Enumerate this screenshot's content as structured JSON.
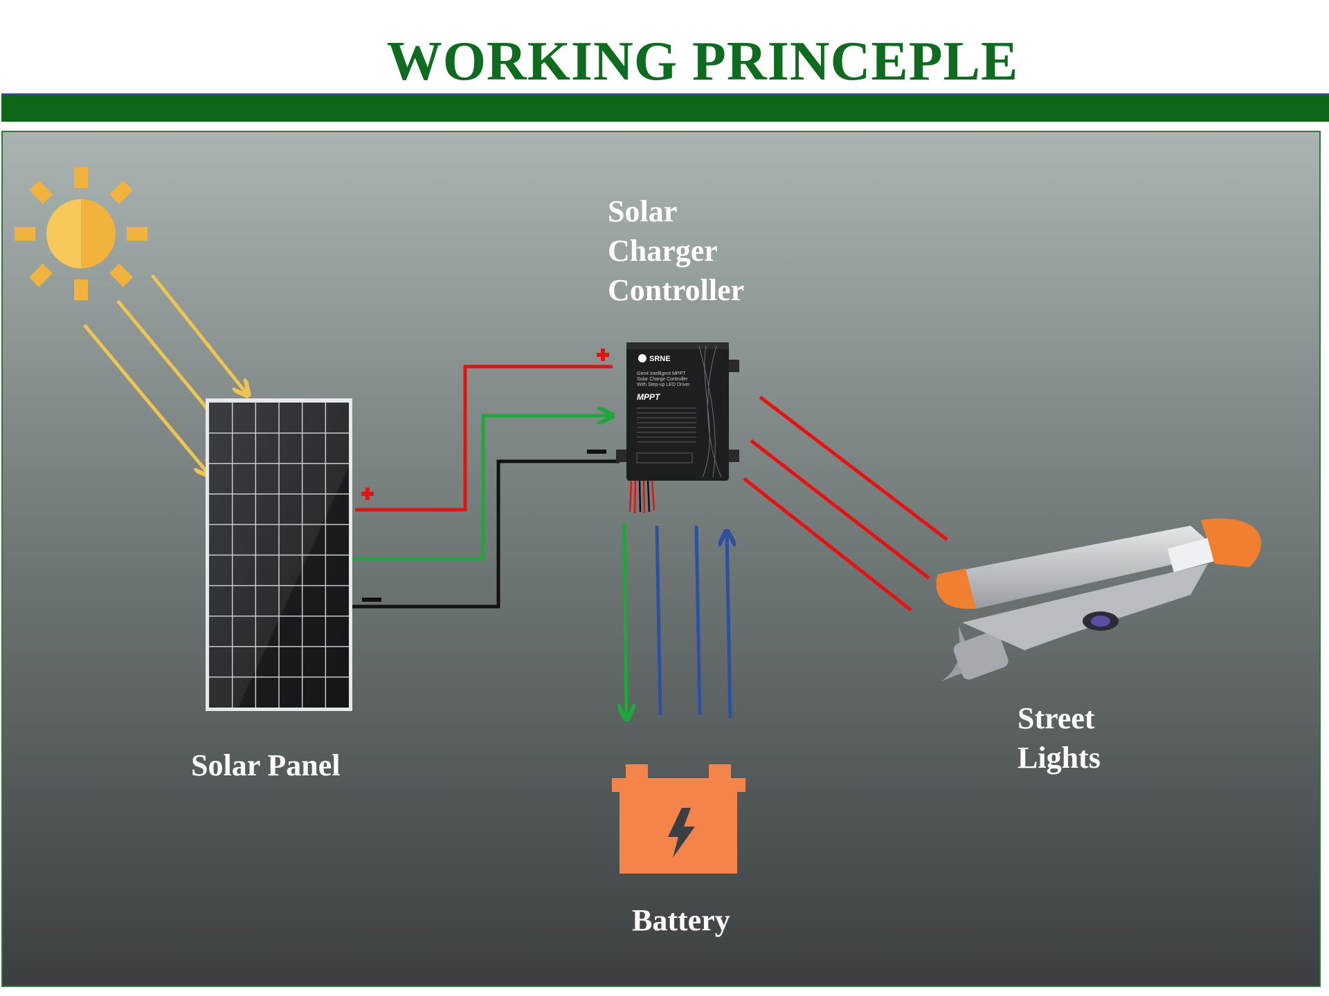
{
  "title": "WORKING PRINCEPLE",
  "labels": {
    "controller": [
      "Solar",
      "Charger",
      "Controller"
    ],
    "solar_panel": "Solar Panel",
    "street_lights": [
      "Street",
      "Lights"
    ],
    "battery": "Battery"
  },
  "controller_device": {
    "brand": "SRNE",
    "description": [
      "Gen4 Intelligent MPPT",
      "Solar Charge Controller",
      "With Step-up LED Driver"
    ],
    "mode": "MPPT"
  },
  "colors": {
    "title": "#0e6b1f",
    "title_bar": "#0e6619",
    "positive_wire": "#e81010",
    "signal_wire": "#1fa83a",
    "negative_wire": "#111111",
    "battery_arrows": "#2f4fa0",
    "battery": "#f4844a",
    "sun": "#f2b33d",
    "sunrays": "#f0c450"
  },
  "icons": [
    "sun-icon",
    "battery-icon",
    "plus-icon",
    "minus-icon"
  ]
}
